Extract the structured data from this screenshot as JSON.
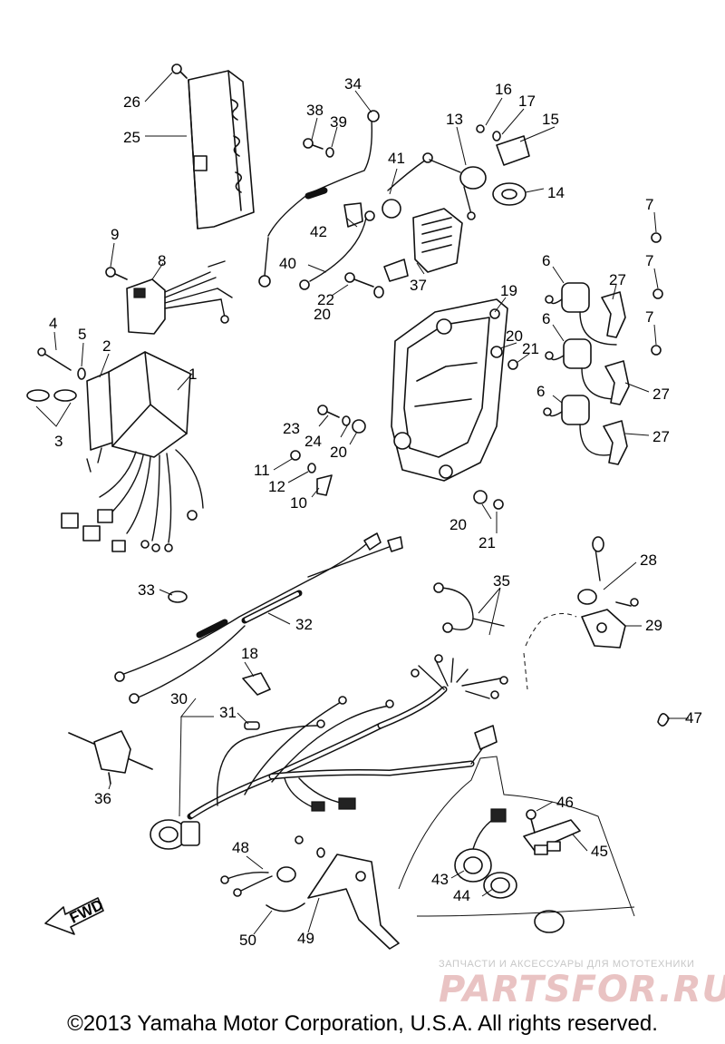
{
  "labels": [
    "1",
    "2",
    "3",
    "4",
    "5",
    "6",
    "6",
    "6",
    "7",
    "7",
    "7",
    "8",
    "9",
    "10",
    "11",
    "12",
    "13",
    "14",
    "15",
    "16",
    "17",
    "18",
    "19",
    "20",
    "20",
    "20",
    "20",
    "21",
    "21",
    "22",
    "23",
    "24",
    "25",
    "26",
    "27",
    "27",
    "27",
    "28",
    "29",
    "30",
    "31",
    "32",
    "33",
    "34",
    "35",
    "36",
    "37",
    "38",
    "39",
    "40",
    "41",
    "42",
    "43",
    "44",
    "45",
    "46",
    "47",
    "48",
    "49",
    "50"
  ],
  "fwd_label": "FWD",
  "watermark": {
    "tagline": "ЗАПЧАСТИ И АКСЕССУАРЫ ДЛЯ МОТОТЕХНИКИ",
    "brand": "PARTSFOR.RU"
  },
  "copyright": "©2013 Yamaha Motor Corporation, U.S.A. All rights reserved."
}
